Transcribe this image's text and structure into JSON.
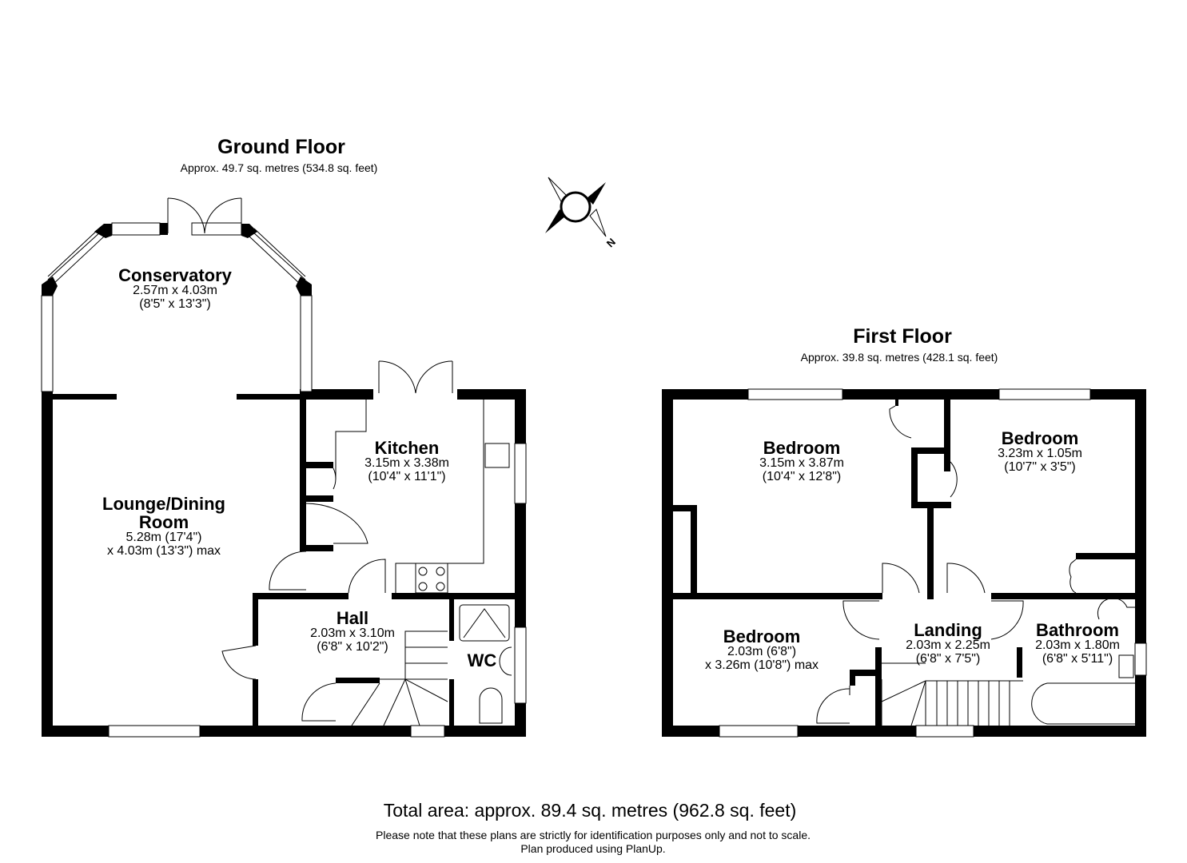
{
  "ground_floor": {
    "title": "Ground Floor",
    "area": "Approx. 49.7 sq. metres (534.8 sq. feet)",
    "rooms": [
      {
        "name": "Conservatory",
        "dim1": "2.57m x 4.03m",
        "dim2": "(8'5\" x 13'3\")"
      },
      {
        "name": "Lounge/Dining",
        "name2": "Room",
        "dim1": "5.28m (17'4\")",
        "dim2": "x 4.03m (13'3\") max"
      },
      {
        "name": "Kitchen",
        "dim1": "3.15m x 3.38m",
        "dim2": "(10'4\" x 11'1\")"
      },
      {
        "name": "Hall",
        "dim1": "2.03m x 3.10m",
        "dim2": "(6'8\" x 10'2\")"
      },
      {
        "name": "WC"
      }
    ]
  },
  "first_floor": {
    "title": "First Floor",
    "area": "Approx. 39.8 sq. metres (428.1 sq. feet)",
    "rooms": [
      {
        "name": "Bedroom",
        "dim1": "3.15m x 3.87m",
        "dim2": "(10'4\" x 12'8\")"
      },
      {
        "name": "Bedroom",
        "dim1": "3.23m x 1.05m",
        "dim2": "(10'7\" x 3'5\")"
      },
      {
        "name": "Bedroom",
        "dim1": "2.03m (6'8\")",
        "dim2": "x 3.26m (10'8\") max"
      },
      {
        "name": "Landing",
        "dim1": "2.03m x 2.25m",
        "dim2": "(6'8\" x 7'5\")"
      },
      {
        "name": "Bathroom",
        "dim1": "2.03m x 1.80m",
        "dim2": "(6'8\" x 5'11\")"
      }
    ]
  },
  "compass": {
    "label": "N",
    "icon": "compass-icon"
  },
  "footer": {
    "total": "Total area: approx. 89.4 sq. metres (962.8 sq. feet)",
    "note1": "Please note that these plans are strictly for identification purposes only and not to scale.",
    "note2": "Plan produced using PlanUp."
  }
}
